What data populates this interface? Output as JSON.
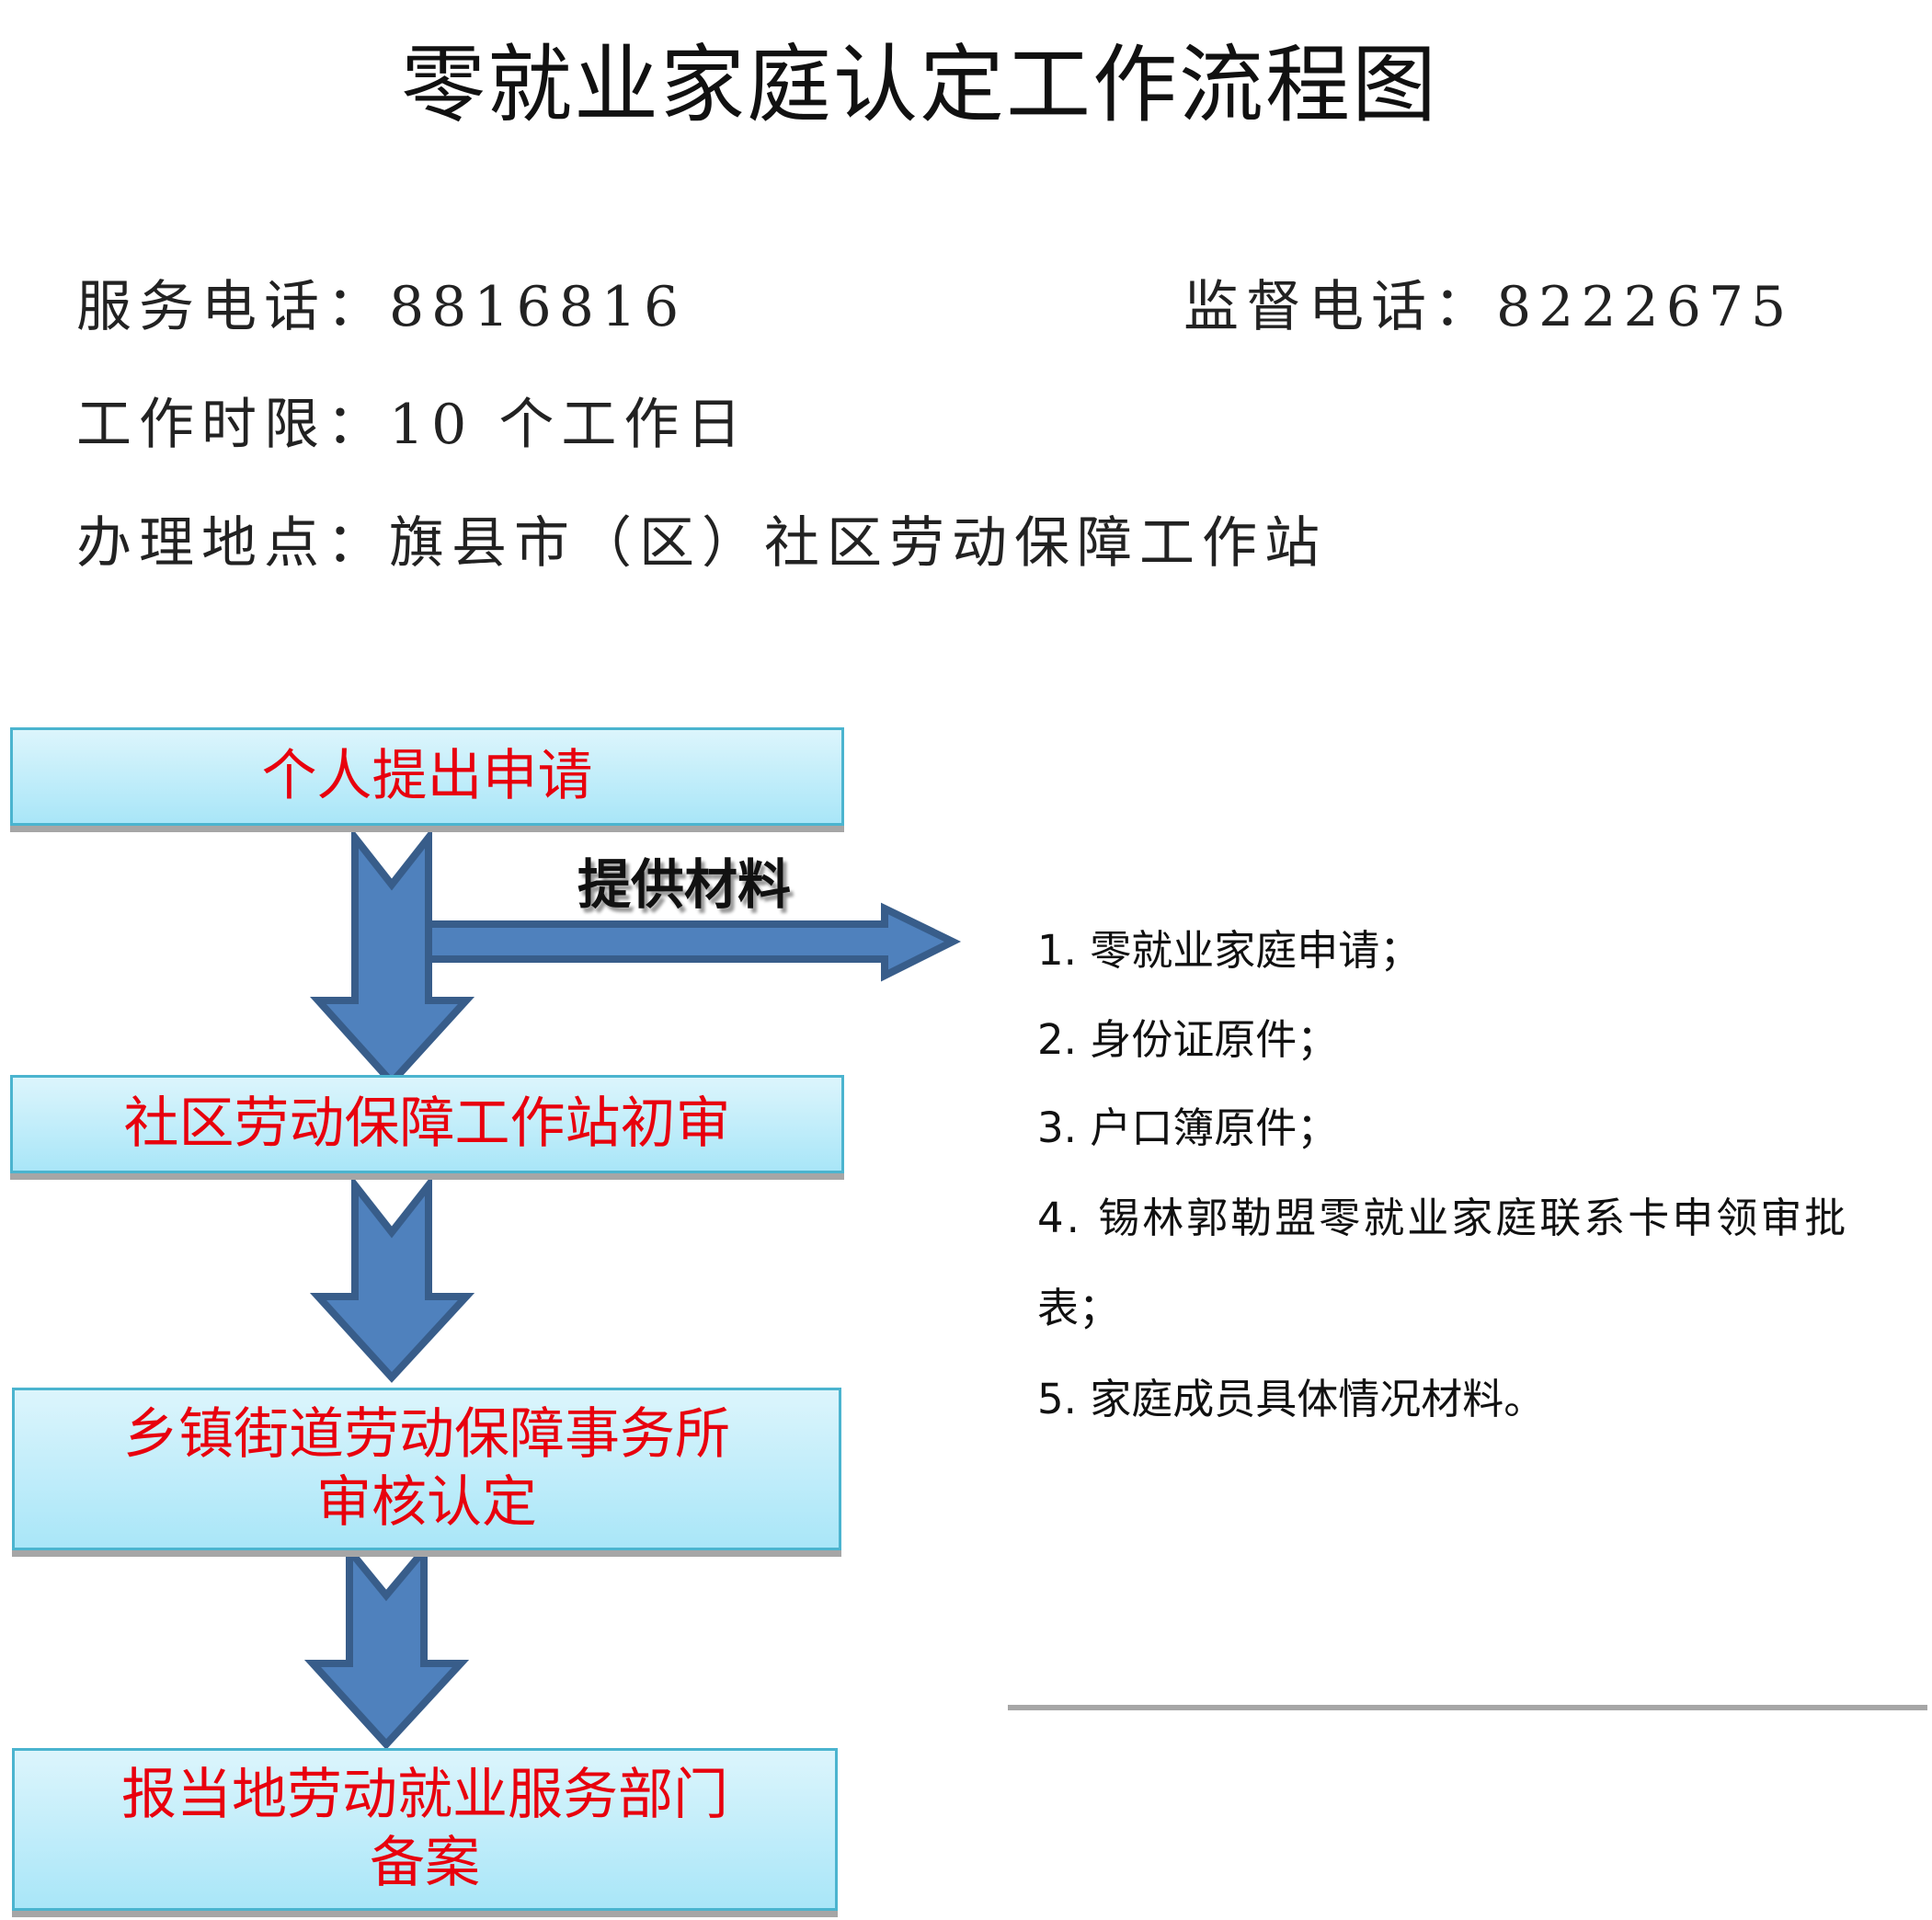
{
  "title": "零就业家庭认定工作流程图",
  "info": {
    "service_phone": "服务电话：8816816",
    "supervise_phone": "监督电话：8222675",
    "time_limit": "工作时限：10 个工作日",
    "location": "办理地点：旗县市（区）社区劳动保障工作站"
  },
  "flow": {
    "steps": [
      {
        "line1": "个人提出申请",
        "line2": ""
      },
      {
        "line1": "社区劳动保障工作站初审",
        "line2": ""
      },
      {
        "line1": "乡镇街道劳动保障事务所",
        "line2": "审核认定"
      },
      {
        "line1": "报当地劳动就业服务部门",
        "line2": "备案"
      }
    ],
    "materials_label": "提供材料"
  },
  "materials": [
    "1. 零就业家庭申请；",
    "2. 身份证原件；",
    "3. 户口簿原件；",
    "4. 锡林郭勒盟零就业家庭联系卡申领审批",
    "表；",
    "5. 家庭成员具体情况材料。"
  ],
  "colors": {
    "arrow_fill": "#4f81bd",
    "arrow_stroke": "#385d8a",
    "step_text": "#e8000d"
  }
}
